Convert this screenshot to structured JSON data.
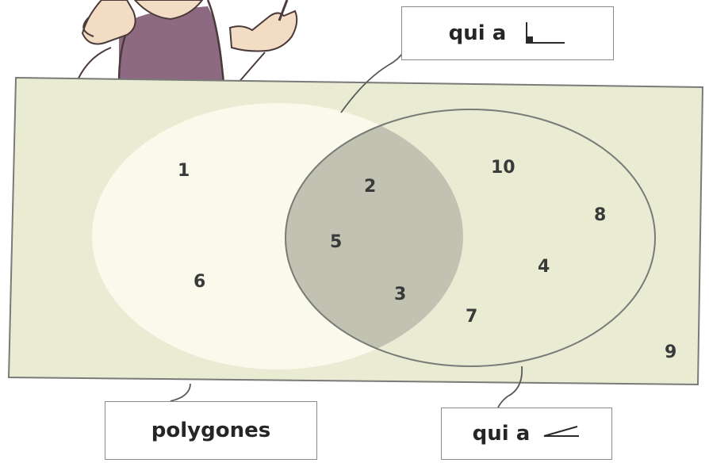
{
  "labels": {
    "right_angle_set": "qui a",
    "polygons_set": "polygones",
    "acute_angle_set": "qui a"
  },
  "regions": {
    "polygons_only": [
      "1",
      "6"
    ],
    "intersection": [
      "2",
      "5",
      "3"
    ],
    "right_angle_only": [
      "10",
      "8",
      "4",
      "7"
    ],
    "outside": [
      "9"
    ]
  },
  "icons": {
    "right_angle": "right-angle-symbol",
    "acute_angle": "acute-angle-symbol"
  },
  "colors": {
    "universe": "#e9ecd2",
    "polygons_ellipse": "#f9f9ec",
    "intersection": "#c2c2b2",
    "outline": "#7a7a78",
    "text": "#3a3a3a"
  }
}
